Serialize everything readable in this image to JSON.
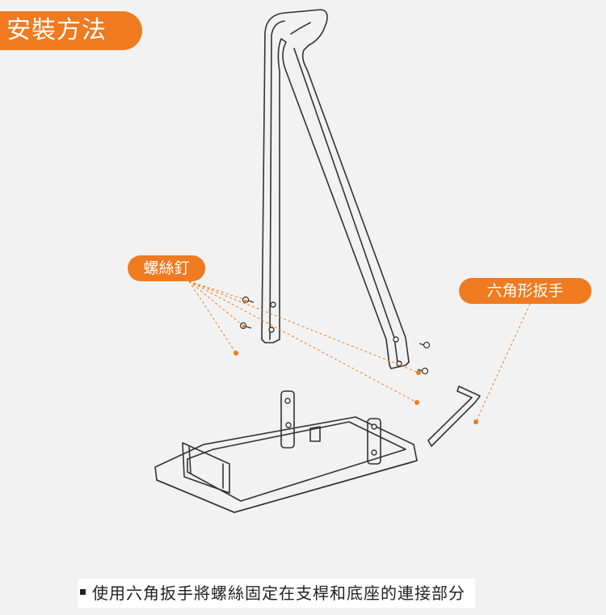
{
  "title": "安裝方法",
  "labels": {
    "screws": "螺絲釘",
    "hex_wrench": "六角形扳手"
  },
  "caption": "使用六角扳手將螺絲固定在支桿和底座的連接部分",
  "colors": {
    "accent": "#f07a1f",
    "line": "#333333",
    "background": "#f2f2f2"
  }
}
